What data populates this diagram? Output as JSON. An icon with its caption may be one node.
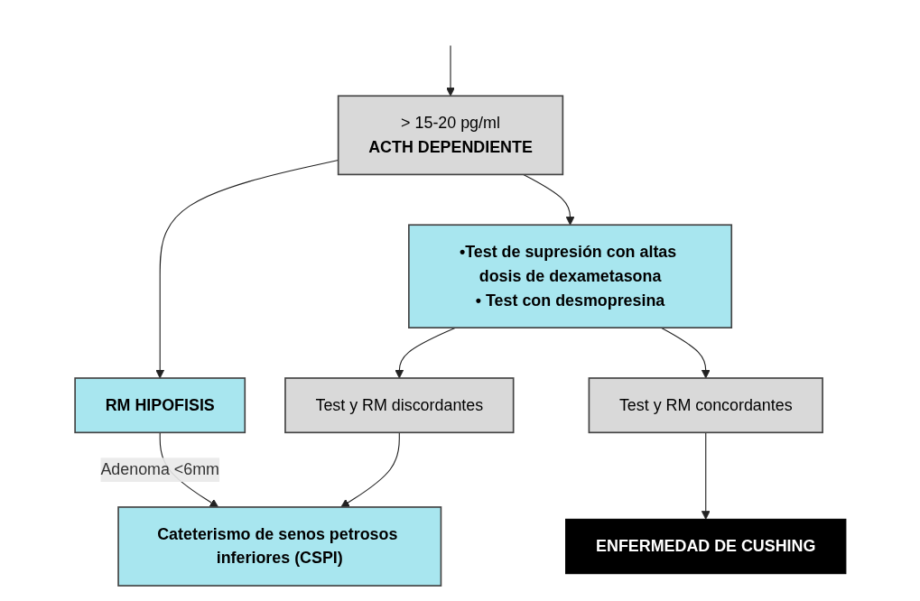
{
  "diagram": {
    "nodes": [
      {
        "text": [
          "> 15-20 pg/ml",
          "ACTH DEPENDIENTE"
        ]
      },
      {
        "text": [
          "RM HIPOFISIS"
        ]
      },
      {
        "text": [
          "•Test de supresión con altas dosis de dexametasona",
          "• Test con desmopresina"
        ]
      },
      {
        "text": [
          "Cateterismo de senos petrosos inferiores (CSPI)"
        ]
      },
      {
        "text": [
          "Test y RM discordantes"
        ]
      },
      {
        "text": [
          "Test y RM concordantes"
        ]
      },
      {
        "text": [
          "ENFERMEDAD DE CUSHING"
        ]
      }
    ],
    "edges": [
      {
        "from": null,
        "to": 0,
        "arrow": "to"
      },
      {
        "from": 0,
        "to": 1,
        "arrow": "to"
      },
      {
        "from": 0,
        "to": 2,
        "arrow": "to"
      },
      {
        "from": 1,
        "to": 3,
        "arrow": "to",
        "label": "Adenoma <6mm"
      },
      {
        "from": 2,
        "to": 4,
        "arrow": "to"
      },
      {
        "from": 2,
        "to": 5,
        "arrow": "to"
      },
      {
        "from": 4,
        "to": 3,
        "arrow": "to"
      },
      {
        "from": 5,
        "to": 6,
        "arrow": "to"
      }
    ]
  }
}
